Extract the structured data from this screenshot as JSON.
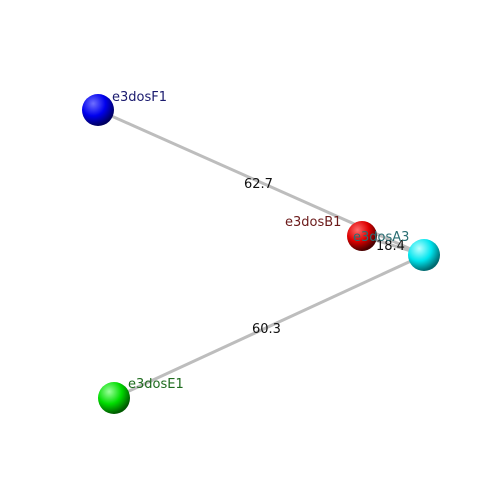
{
  "graph": {
    "nodes": [
      {
        "id": "F1",
        "label": "e3dosF1",
        "color": "#0000ee",
        "label_color": "#1a1a6e"
      },
      {
        "id": "B1",
        "label": "e3dosB1",
        "color": "#dd0000",
        "label_color": "#6b1a1a"
      },
      {
        "id": "A3",
        "label": "e3dosA3",
        "color": "#00e5ee",
        "label_color": "#2a6e73"
      },
      {
        "id": "E1",
        "label": "e3dosE1",
        "color": "#00dd00",
        "label_color": "#1e6b1e"
      }
    ],
    "edges": [
      {
        "from": "F1",
        "to": "A3",
        "label": "62.7"
      },
      {
        "from": "B1",
        "to": "A3",
        "label": "18.4"
      },
      {
        "from": "E1",
        "to": "A3",
        "label": "60.3"
      }
    ],
    "edge_color": "#c8c8c8"
  }
}
